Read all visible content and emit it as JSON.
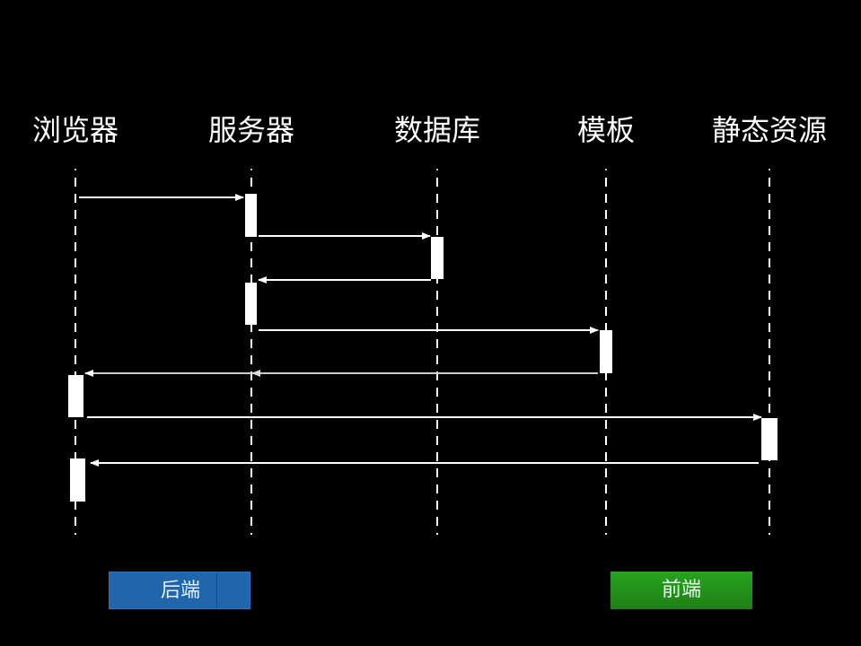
{
  "actors": [
    {
      "id": "browser",
      "label": "浏览器"
    },
    {
      "id": "server",
      "label": "服务器"
    },
    {
      "id": "database",
      "label": "数据库"
    },
    {
      "id": "template",
      "label": "模板"
    },
    {
      "id": "static",
      "label": "静态资源"
    }
  ],
  "messages": [
    {
      "from": "browser",
      "to": "server"
    },
    {
      "from": "server",
      "to": "database"
    },
    {
      "from": "database",
      "to": "server"
    },
    {
      "from": "server",
      "to": "template"
    },
    {
      "from": "template",
      "to": "browser"
    },
    {
      "from": "browser",
      "to": "static"
    },
    {
      "from": "static",
      "to": "browser"
    }
  ],
  "buttons": {
    "backend": {
      "label": "后端",
      "color": "#1f66ad"
    },
    "frontend": {
      "label": "前端",
      "color": "#23921c"
    }
  },
  "colors": {
    "background": "#000000",
    "line": "#ffffff"
  }
}
